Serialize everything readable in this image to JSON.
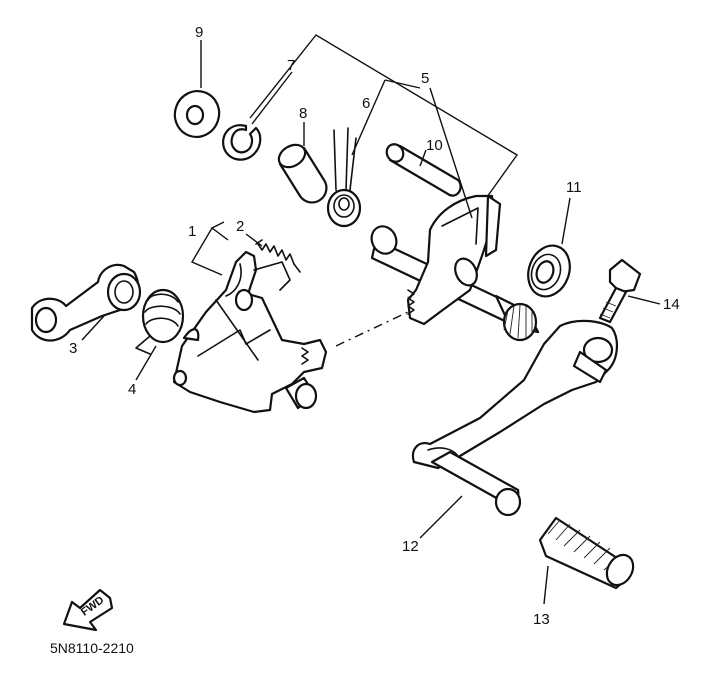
{
  "diagram": {
    "part_labels": [
      "1",
      "2",
      "3",
      "4",
      "5",
      "6",
      "7",
      "8",
      "9",
      "10",
      "11",
      "12",
      "13",
      "14"
    ],
    "fwd_label": "FWD",
    "drawing_code": "5N8110-2210"
  }
}
